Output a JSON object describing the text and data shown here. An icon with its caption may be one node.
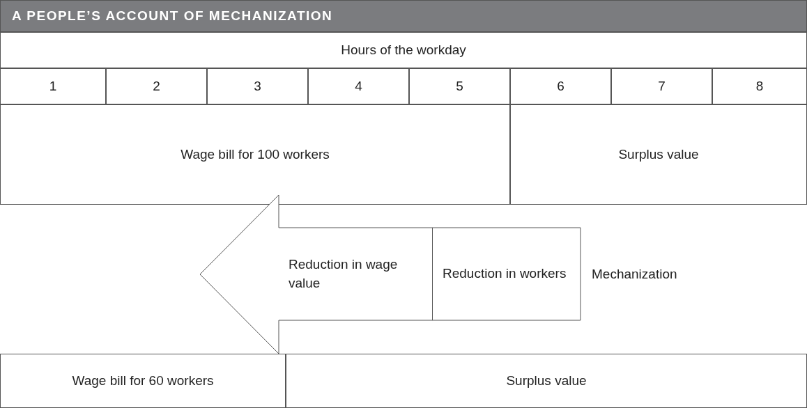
{
  "diagram": {
    "title": "A PEOPLE’S ACCOUNT OF MECHANIZATION",
    "nodes": [
      {
        "text": [
          "Hours of the workday"
        ]
      },
      {
        "text": [
          "1"
        ]
      },
      {
        "text": [
          "2"
        ]
      },
      {
        "text": [
          "3"
        ]
      },
      {
        "text": [
          "4"
        ]
      },
      {
        "text": [
          "5"
        ]
      },
      {
        "text": [
          "6"
        ]
      },
      {
        "text": [
          "7"
        ]
      },
      {
        "text": [
          "8"
        ]
      },
      {
        "text": [
          "Wage bill for 100 workers"
        ]
      },
      {
        "text": [
          "Surplus value"
        ]
      },
      {
        "text": [],
        "shape": "arrow",
        "beside": [
          "Mechanization"
        ]
      },
      {
        "text": [
          "Reduction in wage value"
        ],
        "in": 11
      },
      {
        "text": [
          "Reduction in workers"
        ],
        "in": 11
      },
      {
        "text": [
          "Wage bill for 60 workers"
        ]
      },
      {
        "text": [
          "Surplus value"
        ]
      }
    ]
  }
}
